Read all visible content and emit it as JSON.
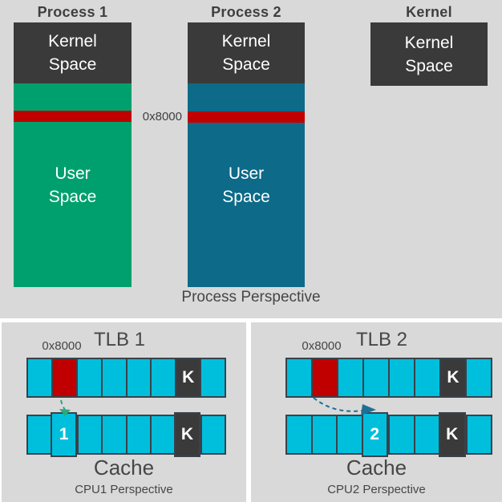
{
  "colors": {
    "panel_bg": "#d9d9d9",
    "kernel_dark": "#3a3a3a",
    "process1_green": "#00a06e",
    "process2_teal": "#0d6a88",
    "page_red": "#c00000",
    "cell_cyan": "#00bfdd",
    "cell_border": "#39424b",
    "arrow_green": "#2aa87e",
    "arrow_blue": "#1f6f96"
  },
  "top": {
    "address_label": "0x8000",
    "caption": "Process Perspective",
    "columns": [
      {
        "title": "Process 1",
        "kernel_lines": [
          "Kernel",
          "Space"
        ],
        "user_lines": [
          "User",
          "Space"
        ],
        "user_color": "#00a06e",
        "has_user": true
      },
      {
        "title": "Process 2",
        "kernel_lines": [
          "Kernel",
          "Space"
        ],
        "user_lines": [
          "User",
          "Space"
        ],
        "user_color": "#0d6a88",
        "has_user": true
      },
      {
        "title": "Kernel",
        "kernel_lines": [
          "Kernel",
          "Space"
        ],
        "has_user": false
      }
    ]
  },
  "panels": [
    {
      "tlb_title": "TLB 1",
      "address_label": "0x8000",
      "cache_title": "Cache",
      "caption": "CPU1 Perspective",
      "arrow_color": "#2aa87e",
      "tlb_cells": [
        {
          "type": "frame"
        },
        {
          "type": "page"
        },
        {
          "type": "frame"
        },
        {
          "type": "frame"
        },
        {
          "type": "frame"
        },
        {
          "type": "frame"
        },
        {
          "type": "kernel",
          "label": "K"
        },
        {
          "type": "frame"
        }
      ],
      "cache_cells": [
        {
          "type": "frame"
        },
        {
          "type": "data",
          "label": "1"
        },
        {
          "type": "frame"
        },
        {
          "type": "frame"
        },
        {
          "type": "frame"
        },
        {
          "type": "frame"
        },
        {
          "type": "kernel",
          "label": "K"
        },
        {
          "type": "frame"
        }
      ]
    },
    {
      "tlb_title": "TLB 2",
      "address_label": "0x8000",
      "cache_title": "Cache",
      "caption": "CPU2 Perspective",
      "arrow_color": "#1f6f96",
      "tlb_cells": [
        {
          "type": "frame"
        },
        {
          "type": "page"
        },
        {
          "type": "frame"
        },
        {
          "type": "frame"
        },
        {
          "type": "frame"
        },
        {
          "type": "frame"
        },
        {
          "type": "kernel",
          "label": "K"
        },
        {
          "type": "frame"
        }
      ],
      "cache_cells": [
        {
          "type": "frame"
        },
        {
          "type": "frame"
        },
        {
          "type": "frame"
        },
        {
          "type": "data",
          "label": "2"
        },
        {
          "type": "frame"
        },
        {
          "type": "frame"
        },
        {
          "type": "kernel",
          "label": "K"
        },
        {
          "type": "frame"
        }
      ]
    }
  ]
}
